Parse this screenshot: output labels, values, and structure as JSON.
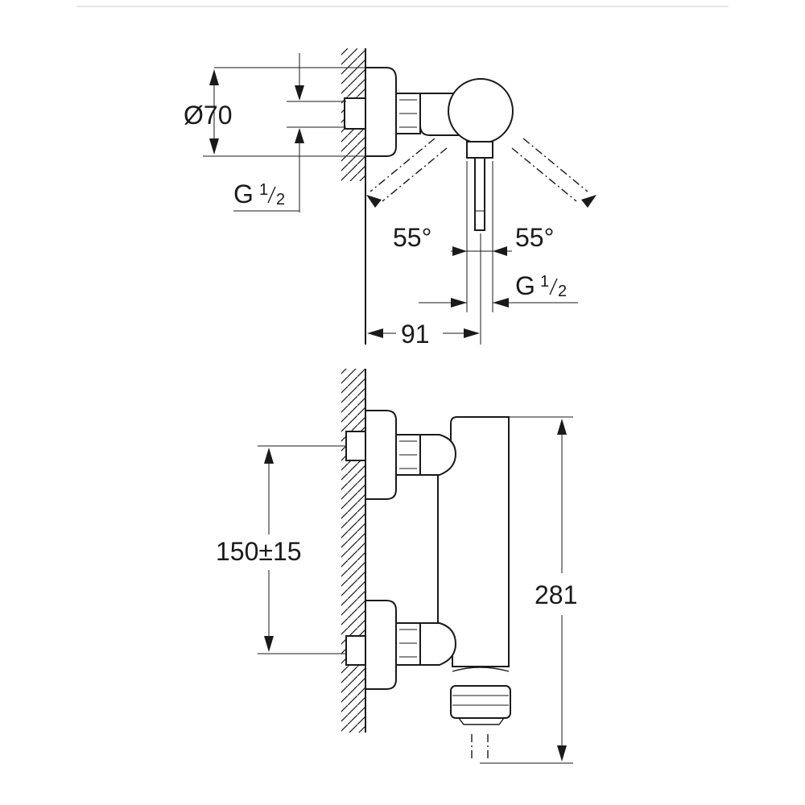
{
  "diameter_label": "Ø70",
  "top_left_thread": {
    "prefix": "G",
    "num": "1",
    "den": "2"
  },
  "angle_left": "55°",
  "angle_right": "55°",
  "top_right_thread": {
    "prefix": "G",
    "num": "1",
    "den": "2"
  },
  "offset_label": "91",
  "spacing_label": "150±15",
  "height_label": "281"
}
